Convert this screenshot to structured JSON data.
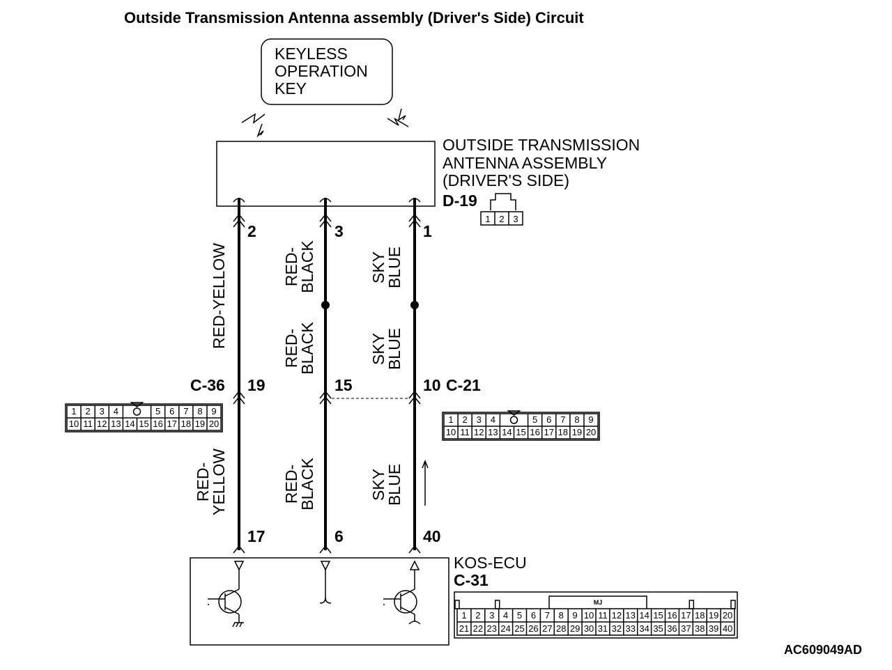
{
  "title": "Outside Transmission Antenna assembly (Driver's Side) Circuit",
  "key": {
    "lines": [
      "KEYLESS",
      "OPERATION",
      "KEY"
    ]
  },
  "antenna": {
    "lines": [
      "OUTSIDE TRANSMISSION",
      "ANTENNA ASSEMBLY",
      "(DRIVER'S SIDE)"
    ],
    "connector": "D-19",
    "connector_pins": [
      "1",
      "2",
      "3"
    ]
  },
  "wires": [
    {
      "top_pin": "2",
      "mid_pin": "19",
      "bottom_pin": "17",
      "upper_color": [
        "RED-YELLOW"
      ],
      "lower_color": [
        "RED-",
        "YELLOW"
      ]
    },
    {
      "top_pin": "3",
      "mid_pin": "15",
      "bottom_pin": "6",
      "upper_color": [
        "RED-",
        "BLACK"
      ],
      "middle_color": [
        "RED-",
        "BLACK"
      ],
      "lower_color": [
        "RED-",
        "BLACK"
      ]
    },
    {
      "top_pin": "1",
      "mid_pin": "10",
      "bottom_pin": "40",
      "upper_color": [
        "SKY",
        "BLUE"
      ],
      "middle_color": [
        "SKY",
        "BLUE"
      ],
      "lower_color": [
        "SKY",
        "BLUE"
      ]
    }
  ],
  "connector_c36": {
    "name": "C-36",
    "row1": [
      "1",
      "2",
      "3",
      "4",
      "",
      "5",
      "6",
      "7",
      "8",
      "9"
    ],
    "row2": [
      "10",
      "11",
      "12",
      "13",
      "14",
      "15",
      "16",
      "17",
      "18",
      "19",
      "20"
    ]
  },
  "connector_c21": {
    "name": "C-21",
    "row1": [
      "1",
      "2",
      "3",
      "4",
      "",
      "5",
      "6",
      "7",
      "8",
      "9"
    ],
    "row2": [
      "10",
      "11",
      "12",
      "13",
      "14",
      "15",
      "16",
      "17",
      "18",
      "19",
      "20"
    ]
  },
  "ecu": {
    "name": "KOS-ECU",
    "connector": "C-31",
    "mj_label": "MJ",
    "row1": [
      "1",
      "2",
      "3",
      "4",
      "5",
      "6",
      "7",
      "8",
      "9",
      "10",
      "11",
      "12",
      "13",
      "14",
      "15",
      "16",
      "17",
      "18",
      "19",
      "20"
    ],
    "row2": [
      "21",
      "22",
      "23",
      "24",
      "25",
      "26",
      "27",
      "28",
      "29",
      "30",
      "31",
      "32",
      "33",
      "34",
      "35",
      "36",
      "37",
      "38",
      "39",
      "40"
    ]
  },
  "figure_code": "AC609049AD"
}
